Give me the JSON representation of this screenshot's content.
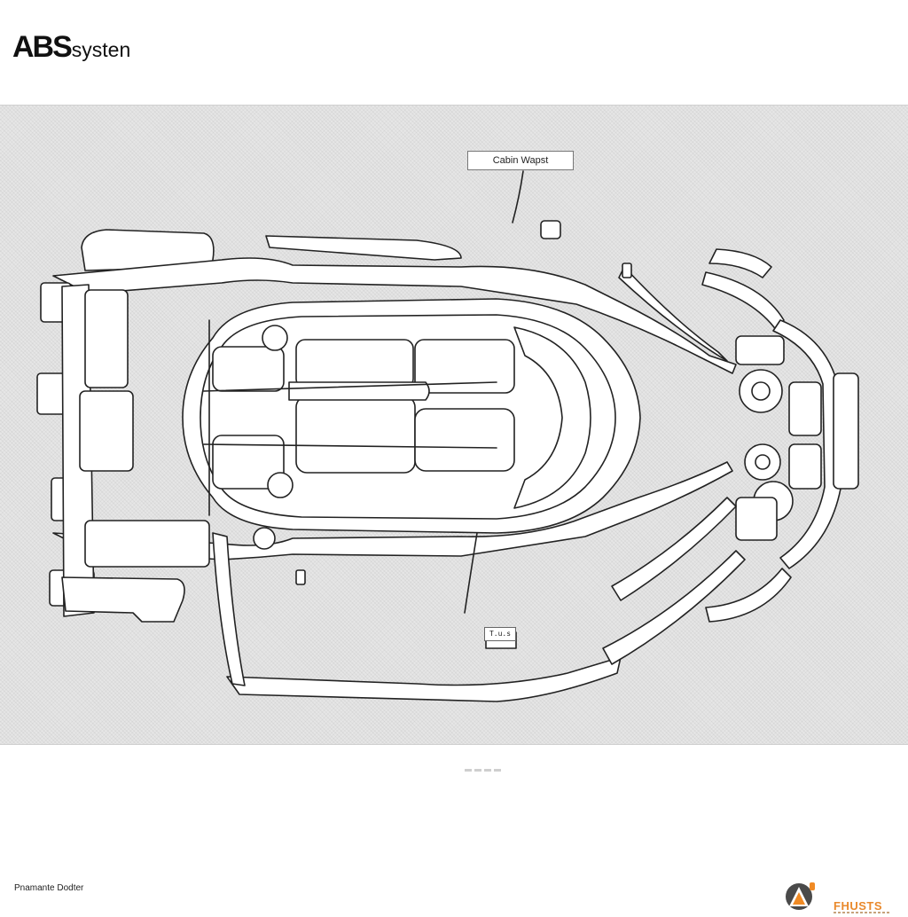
{
  "header": {
    "title_main": "ABS",
    "title_rest": "systen"
  },
  "diagram": {
    "callout_label": "Cabin Wapst",
    "small_label": "T.u.s",
    "background_color": "#e6e6e6",
    "line_color": "#222222",
    "fill_color": "#ffffff"
  },
  "footer": {
    "left_text": "Pnamante Dodter",
    "logo_text": "FHUSTS",
    "logo_colors": [
      "#4a4a4a",
      "#f08a24"
    ]
  },
  "icons": [
    "logo-icon"
  ]
}
